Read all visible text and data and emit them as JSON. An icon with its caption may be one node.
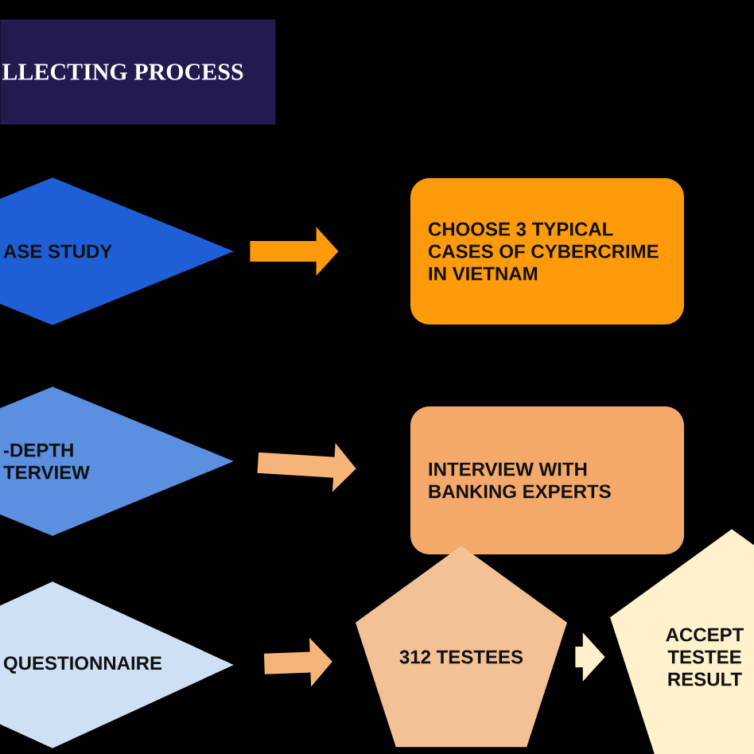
{
  "diagram": {
    "title": "LLECTING PROCESS",
    "nodes": [
      {
        "text": [
          "ASE STUDY"
        ]
      },
      {
        "text": [
          "CHOOSE 3 TYPICAL CASES OF CYBERCRIME IN VIETNAM"
        ]
      },
      {
        "text": [
          "-DEPTH TERVIEW"
        ]
      },
      {
        "text": [
          "INTERVIEW WITH BANKING EXPERTS"
        ]
      },
      {
        "text": [
          "QUESTIONNAIRE"
        ]
      },
      {
        "text": [
          "312 TESTEES"
        ]
      },
      {
        "text": [
          "ACCEPT TESTEE RESULT"
        ]
      }
    ],
    "edges": [
      {
        "from": 0,
        "to": 1,
        "arrow": "to",
        "color": "#ff9a0a"
      },
      {
        "from": 2,
        "to": 3,
        "arrow": "to"
      },
      {
        "from": 4,
        "to": 5,
        "arrow": "to"
      },
      {
        "from": 5,
        "to": 6,
        "arrow": "to",
        "color": "#fff1cc"
      }
    ]
  }
}
